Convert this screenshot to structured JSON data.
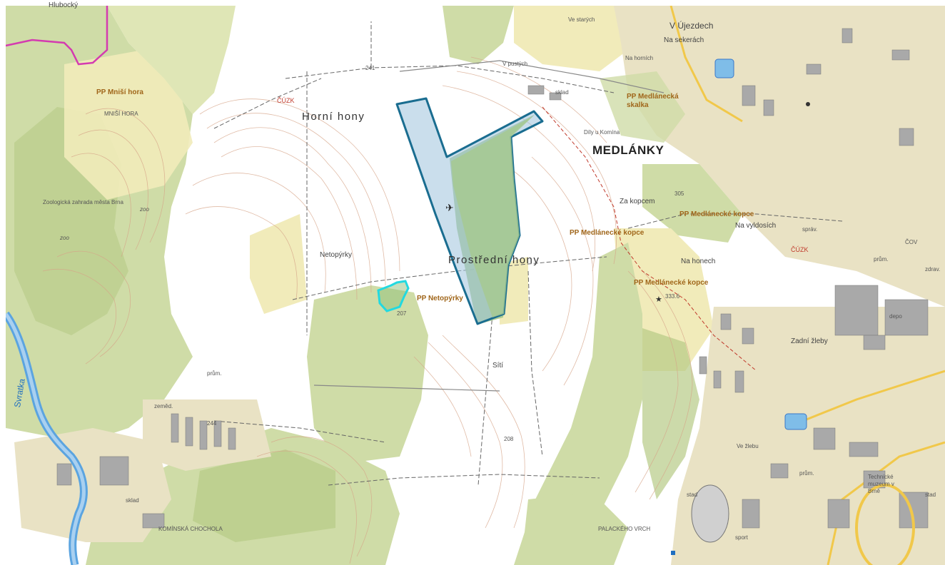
{
  "map": {
    "labels": {
      "horni_hony": "Horní hony",
      "prostredni_hony": "Prostřední hony",
      "netopyrky": "Netopýrky",
      "siti": "Sítí",
      "medlanky": "MEDLÁNKY",
      "v_ujezdech": "V Újezdech",
      "na_sekerach": "Na sekerách",
      "dily_u_komina": "Díly u Komína",
      "za_kopcem": "Za kopcem",
      "na_vyldosich": "Na vyldosích",
      "na_honech": "Na honech",
      "zadni_zleby": "Zadní žleby",
      "hlubocky": "Hlubocký",
      "v_pustych": "V pustých",
      "ve_starych": "Ve starých",
      "na_hornich": "Na horních",
      "ve_zlebu": "Ve žlebu",
      "pp_mnisi_hora": "PP Mniší hora",
      "mnisi_hora": "MNIŠÍ HORA",
      "pp_netopyrky": "PP Netopýrky",
      "pp_medlanecke_skalky": "PP Medlánecká skalka",
      "pp_medlanecke_kopce_1": "PP Medlánecké kopce",
      "pp_medlanecke_kopce_2": "PP Medlánecké kopce",
      "pp_medlanecke_kopce_3": "PP Medlánecké kopce",
      "zoo_garden": "Zoologická zahrada města Brna",
      "zoo": "zoo",
      "svratka": "Svratka",
      "kominska_chochola": "KOMÍNSKÁ CHOCHOLA",
      "palackeho_vrch": "PALACKÉHO VRCH",
      "cuzk_1": "ČÚZK",
      "cuzk_2": "ČÚZK",
      "prum": "prům.",
      "sklad": "sklad",
      "zemed": "zeměd.",
      "stad": "stad",
      "sport": "sport",
      "technicke_muzeum": "Technické muzeum v Brně",
      "cov": "ČOV",
      "zdrav": "zdrav.",
      "depo": "depo",
      "spr": "správ.",
      "elev_241": "241",
      "elev_244": "244",
      "elev_208": "208",
      "elev_207": "207",
      "elev_305": "305",
      "elev_333": "333.6"
    },
    "colors": {
      "forest": "#cfdca7",
      "forest_dark": "#b6ca86",
      "meadow": "#f1ebba",
      "field": "#ffffff",
      "built": "#e9e2c4",
      "building": "#a9a9a9",
      "contour": "#d6a488",
      "river": "#5ba4e0",
      "boundary": "#d43bb0",
      "parcel_fill": "#9fc3dc",
      "parcel_stroke": "#1a6d90",
      "parcel_green": "#a6c98c",
      "netopyrky_outline": "#22d9e0",
      "pp_label": "#a0661a"
    }
  }
}
